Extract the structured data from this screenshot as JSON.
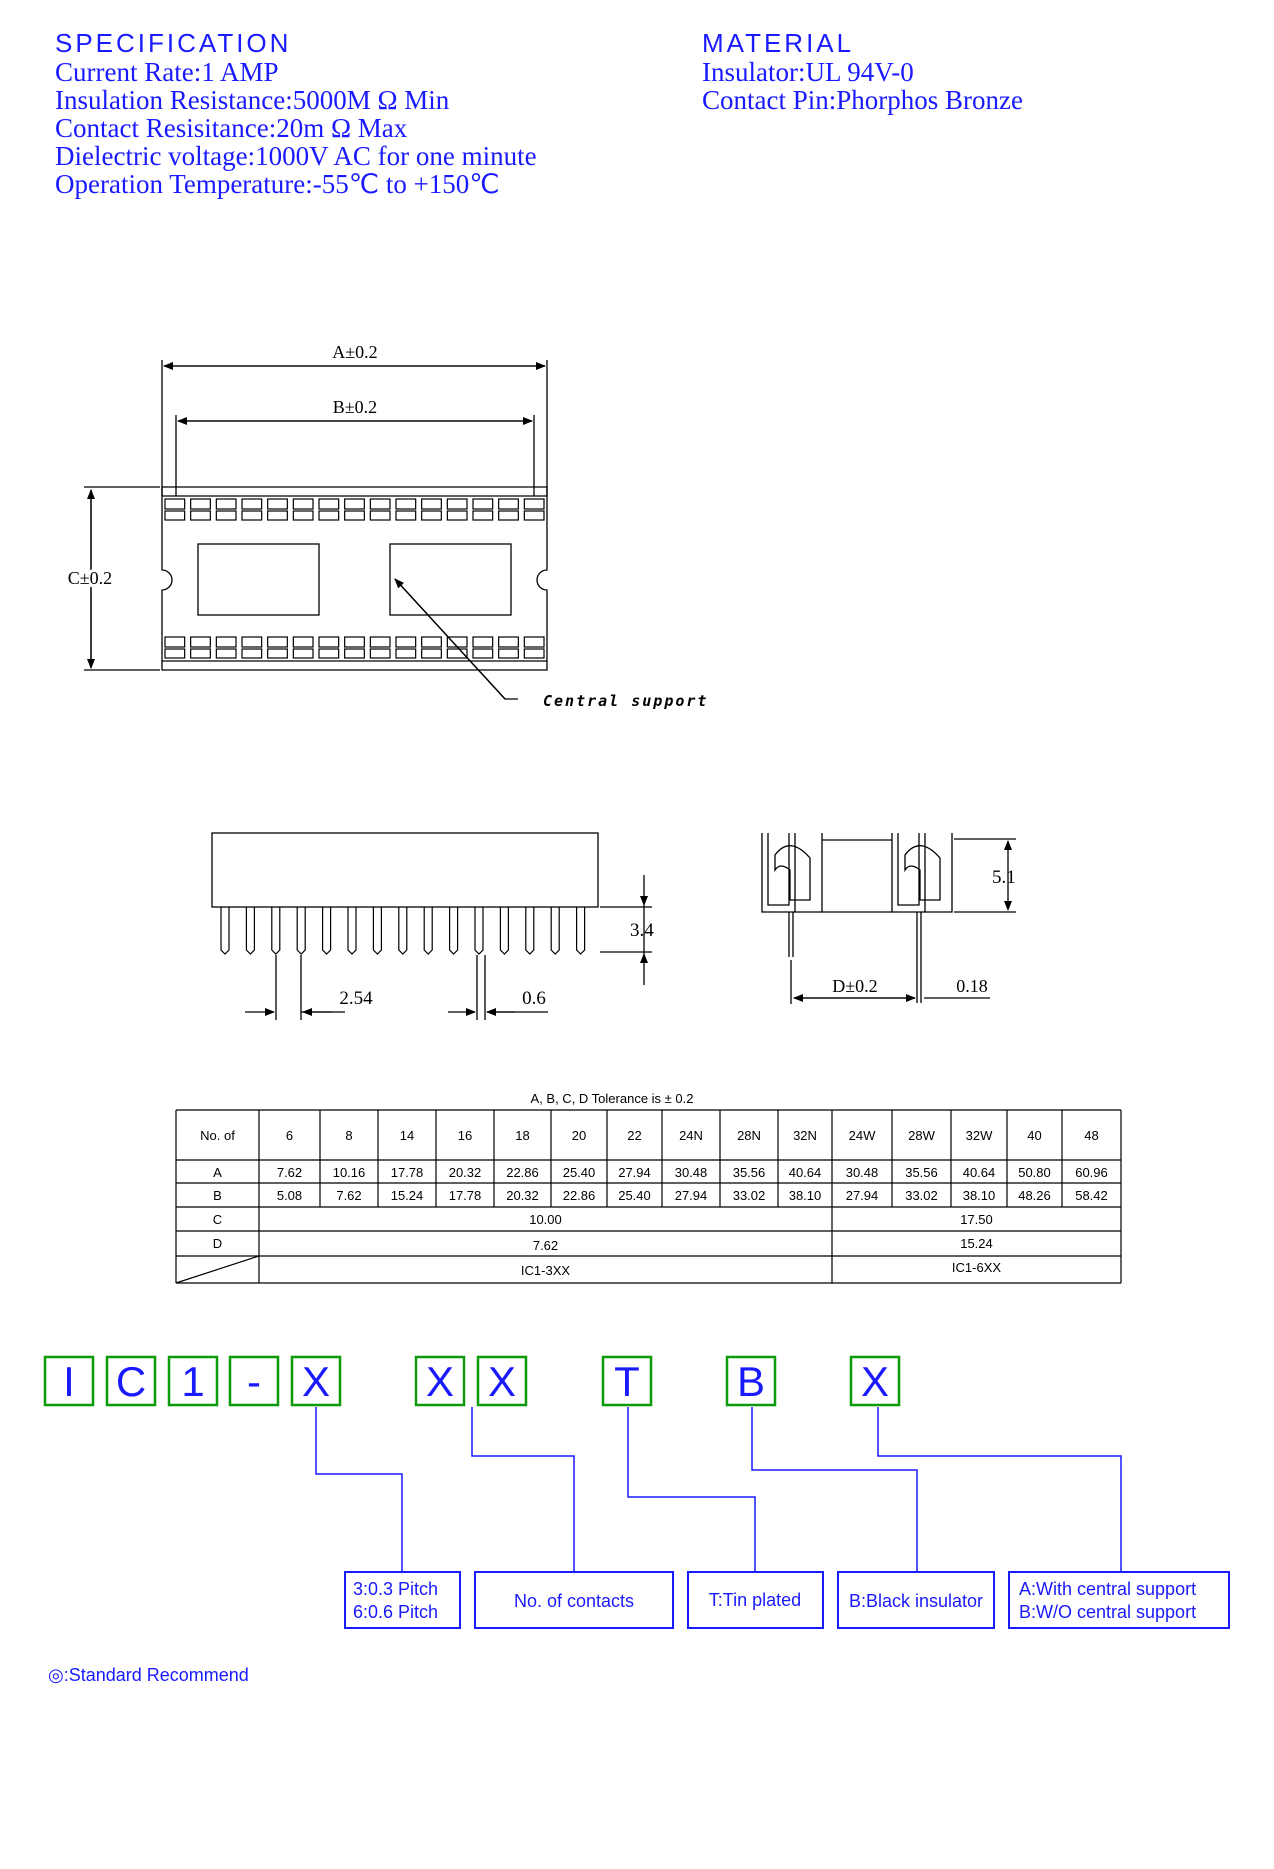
{
  "specification": {
    "heading": "SPECIFICATION",
    "lines": [
      "Current Rate:1 AMP",
      "Insulation Resistance:5000M Ω Min",
      "Contact Resisitance:20m Ω Max",
      "Dielectric voltage:1000V AC for one minute",
      "Operation Temperature:-55℃ to +150℃"
    ]
  },
  "material": {
    "heading": "MATERIAL",
    "lines": [
      "Insulator:UL 94V-0",
      "Contact Pin:Phorphos Bronze"
    ]
  },
  "drawing": {
    "dim_a": "A±0.2",
    "dim_b": "B±0.2",
    "dim_c": "C±0.2",
    "central_support": "Central support",
    "pin_length": "3.4",
    "pitch": "2.54",
    "pin_width": "0.6",
    "height": "5.1",
    "dim_d": "D±0.2",
    "pin_thickness": "0.18"
  },
  "table": {
    "caption": "A, B, C, D Tolerance is  ± 0.2",
    "header_label": "No. of",
    "columns": [
      "6",
      "8",
      "14",
      "16",
      "18",
      "20",
      "22",
      "24N",
      "28N",
      "32N",
      "24W",
      "28W",
      "32W",
      "40",
      "48"
    ],
    "row_a": {
      "label": "A",
      "values": [
        "7.62",
        "10.16",
        "17.78",
        "20.32",
        "22.86",
        "25.40",
        "27.94",
        "30.48",
        "35.56",
        "40.64",
        "30.48",
        "35.56",
        "40.64",
        "50.80",
        "60.96"
      ]
    },
    "row_b": {
      "label": "B",
      "values": [
        "5.08",
        "7.62",
        "15.24",
        "17.78",
        "20.32",
        "22.86",
        "25.40",
        "27.94",
        "33.02",
        "38.10",
        "27.94",
        "33.02",
        "38.10",
        "48.26",
        "58.42"
      ]
    },
    "row_c": {
      "label": "C",
      "narrow": "10.00",
      "wide": "17.50"
    },
    "row_d": {
      "label": "D",
      "narrow": "7.62",
      "wide": "15.24"
    },
    "row_series": {
      "narrow": "IC1-3XX",
      "wide": "IC1-6XX"
    }
  },
  "part_code": {
    "boxes": [
      "I",
      "C",
      "1",
      "-",
      "X",
      "X",
      "X",
      "T",
      "B",
      "X"
    ],
    "pitch_lines": [
      "3:0.3 Pitch",
      "6:0.6 Pitch"
    ],
    "contacts": "No. of contacts",
    "tin": "T:Tin plated",
    "insulator": "B:Black insulator",
    "support_lines": [
      "A:With central support",
      "B:W/O central support"
    ],
    "note": "◎:Standard Recommend"
  },
  "colors": {
    "accent": "#1a1aff",
    "line": "#000000",
    "code_box": "#0a9a0a",
    "code_text": "#1a1aff"
  }
}
